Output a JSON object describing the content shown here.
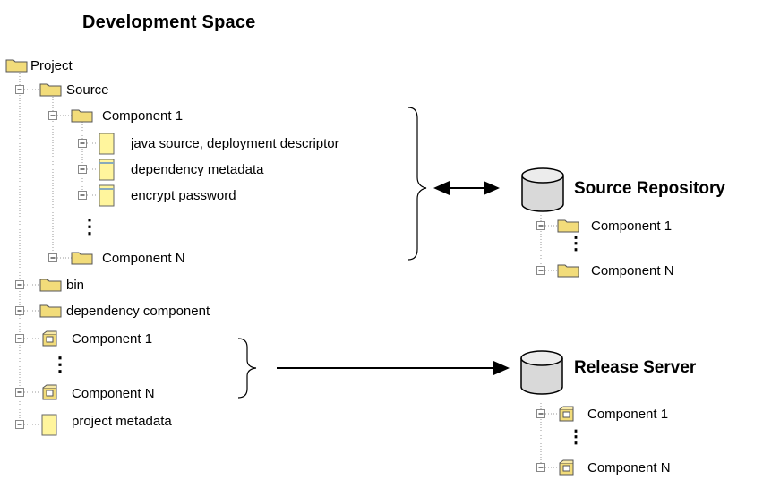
{
  "title": "Development Space",
  "tree": {
    "project": "Project",
    "source": "Source",
    "component_1": "Component 1",
    "java_source": "java source, deployment descriptor",
    "dependency_metadata": "dependency metadata",
    "encrypt_password": "encrypt password",
    "component_n": "Component N",
    "bin": "bin",
    "dependency_component": "dependency component",
    "built_component_1": "Component 1",
    "built_component_n": "Component N",
    "project_metadata": "project metadata"
  },
  "source_repository": {
    "label": "Source Repository",
    "items": [
      "Component 1",
      "Component N"
    ]
  },
  "release_server": {
    "label": "Release Server",
    "items": [
      "Component 1",
      "Component N"
    ]
  },
  "ellipsis": "⋮",
  "colors": {
    "folder": "#f2dc7a",
    "file": "#fff59d",
    "line": "#000000"
  },
  "icons": [
    "folder-icon",
    "package-icon",
    "file-icon",
    "database-icon",
    "expander-icon"
  ]
}
